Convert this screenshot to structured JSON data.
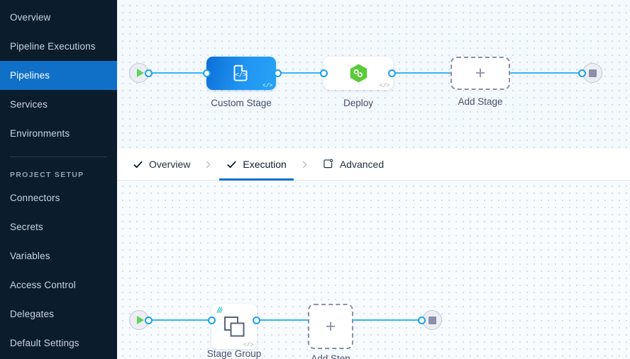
{
  "sidebar": {
    "items": [
      {
        "label": "Overview",
        "name": "overview",
        "active": false
      },
      {
        "label": "Pipeline Executions",
        "name": "pipeline-executions",
        "active": false
      },
      {
        "label": "Pipelines",
        "name": "pipelines",
        "active": true
      },
      {
        "label": "Services",
        "name": "services",
        "active": false
      },
      {
        "label": "Environments",
        "name": "environments",
        "active": false
      }
    ],
    "section_title": "PROJECT SETUP",
    "section_items": [
      {
        "label": "Connectors",
        "name": "connectors"
      },
      {
        "label": "Secrets",
        "name": "secrets"
      },
      {
        "label": "Variables",
        "name": "variables"
      },
      {
        "label": "Access Control",
        "name": "access-control"
      },
      {
        "label": "Delegates",
        "name": "delegates"
      },
      {
        "label": "Default Settings",
        "name": "default-settings"
      }
    ],
    "active_color": "#1070c8",
    "background_color": "#0b1c2d"
  },
  "tabs": {
    "items": [
      {
        "label": "Overview",
        "icon": "check-icon",
        "active": false
      },
      {
        "label": "Execution",
        "icon": "check-icon",
        "active": true
      },
      {
        "label": "Advanced",
        "icon": "advanced-panel-icon",
        "active": false
      }
    ],
    "separator_icon": "chevron-right-icon",
    "active_underline_color": "#1070c8"
  },
  "pipeline_canvas": {
    "start_node": {
      "icon": "play-icon",
      "label": ""
    },
    "end_node": {
      "icon": "stop-icon",
      "label": ""
    },
    "stages": [
      {
        "label": "Custom Stage",
        "icon": "custom-stage-code-icon",
        "badge": "</>",
        "type": "custom"
      },
      {
        "label": "Deploy",
        "icon": "deploy-hexagon-icon",
        "badge": "</>",
        "type": "deploy"
      },
      {
        "label": "Add Stage",
        "icon": "plus-icon",
        "type": "add"
      }
    ]
  },
  "execution_canvas": {
    "start_node": {
      "icon": "play-icon"
    },
    "end_node": {
      "icon": "stop-icon"
    },
    "steps": [
      {
        "label": "Stage Group Template",
        "icon": "stacked-squares-icon",
        "badge": "</>",
        "template_marker": true,
        "type": "template"
      },
      {
        "label": "Add Step",
        "icon": "plus-icon",
        "type": "add"
      }
    ]
  },
  "colors": {
    "accent_blue": "#1070c8",
    "edge_blue": "#35b6f5",
    "deploy_green": "#5cc93a",
    "play_green": "#5fd35f",
    "dashed_gray": "#8b90a8",
    "template_teal": "#2ac5c5"
  }
}
